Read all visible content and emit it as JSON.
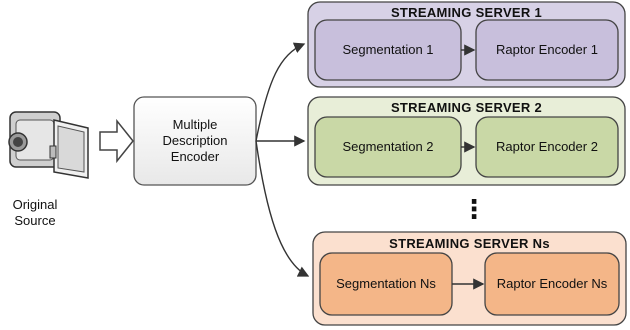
{
  "source": {
    "label_line1": "Original",
    "label_line2": "Source",
    "icon": "camcorder-icon"
  },
  "encoder": {
    "line1": "Multiple",
    "line2": "Description",
    "line3": "Encoder"
  },
  "servers": [
    {
      "title": "STREAMING SERVER 1",
      "segmentation": "Segmentation 1",
      "raptor": "Raptor Encoder 1",
      "fill": "#d7d1e6",
      "inner": "#c8bfdc"
    },
    {
      "title": "STREAMING SERVER 2",
      "segmentation": "Segmentation 2",
      "raptor": "Raptor Encoder 2",
      "fill": "#e8eed8",
      "inner": "#c9d8a6"
    },
    {
      "title": "STREAMING SERVER Ns",
      "segmentation": "Segmentation Ns",
      "raptor": "Raptor Encoder Ns",
      "fill": "#fbe0cf",
      "inner": "#f4b688"
    }
  ],
  "ellipsis": "⋮"
}
